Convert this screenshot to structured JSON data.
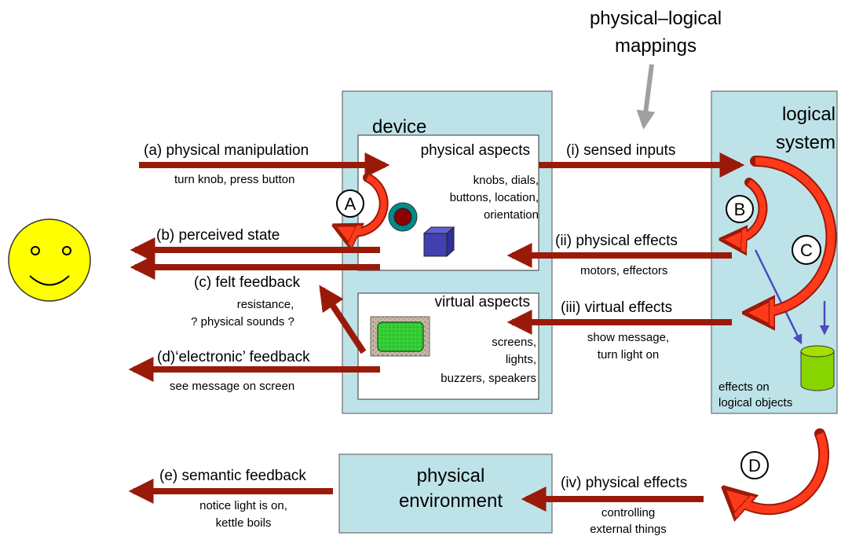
{
  "title": "physical–logical",
  "title_line2": "mappings",
  "device": {
    "label": "device",
    "physical_aspects": {
      "label": "physical aspects",
      "items": [
        "knobs, dials,",
        "buttons, location,",
        "orientation"
      ]
    },
    "virtual_aspects": {
      "label": "virtual aspects",
      "items": [
        "screens,",
        "lights,",
        "buzzers, speakers"
      ]
    }
  },
  "logical_system": {
    "label_line1": "logical",
    "label_line2": "system",
    "effects_line1": "effects on",
    "effects_line2": "logical objects"
  },
  "environment": {
    "label_line1": "physical",
    "label_line2": "environment"
  },
  "flows": {
    "a": {
      "label": "(a) physical manipulation",
      "detail": "turn knob, press button"
    },
    "b": {
      "label": "(b) perceived state"
    },
    "c": {
      "label": "(c) felt feedback",
      "detail_line1": "resistance,",
      "detail_line2": "? physical sounds ?"
    },
    "d": {
      "label": "(d)‘electronic’ feedback",
      "detail": "see message on screen"
    },
    "e": {
      "label": "(e) semantic feedback",
      "detail_line1": "notice light is on,",
      "detail_line2": "kettle boils"
    },
    "i": {
      "label": "(i) sensed inputs"
    },
    "ii": {
      "label": "(ii) physical effects",
      "detail": "motors, effectors"
    },
    "iii": {
      "label": "(iii) virtual effects",
      "detail_line1": "show message,",
      "detail_line2": "turn light on"
    },
    "iv": {
      "label": "(iv) physical effects",
      "detail_line1": "controlling",
      "detail_line2": "external things"
    }
  },
  "loops": [
    "A",
    "B",
    "C",
    "D"
  ],
  "colors": {
    "box_fill": "#bde3e8",
    "arrow_dark_red": "#9a1a0a",
    "loop_red": "#ff3a1a",
    "face_yellow": "#ffff00",
    "cylinder_green": "#88d400",
    "cube_blue": "#4040b0",
    "knob_teal": "#008b8b",
    "knob_red": "#8b0000",
    "screen_green": "#33cc33",
    "mapping_arrow_grey": "#a0a0a0",
    "effect_arrow_blue": "#4b4bbf"
  },
  "icons": [
    "smiley-face-icon",
    "knob-icon",
    "cube-icon",
    "screen-icon",
    "cylinder-icon"
  ]
}
